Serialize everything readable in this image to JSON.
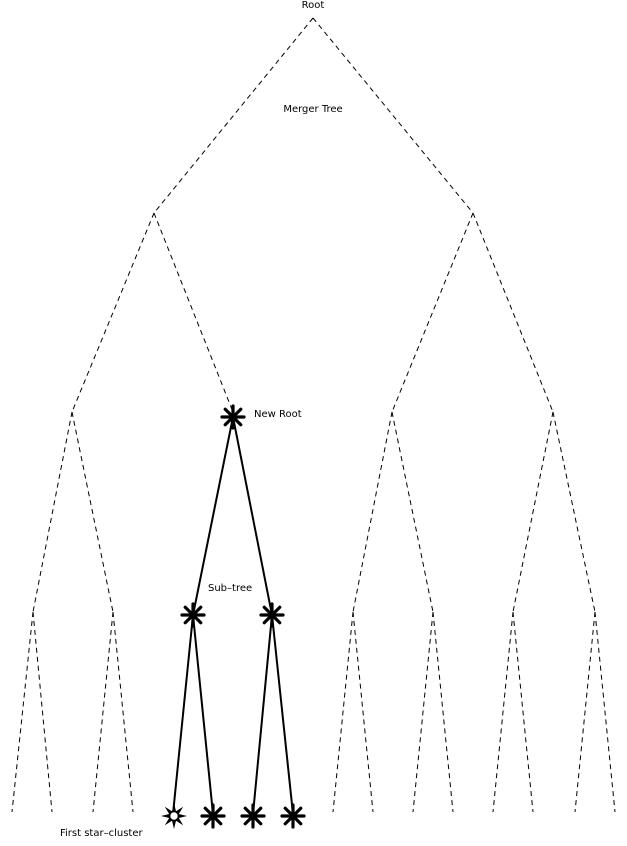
{
  "labels": {
    "root": "Root",
    "title": "Merger Tree",
    "new_root": "New Root",
    "subtree": "Sub–tree",
    "first_cluster": "First star–cluster"
  },
  "colors": {
    "line": "#000000",
    "background": "#ffffff"
  },
  "icons": {
    "halo": "asterisk-icon",
    "first_cluster": "star-burst-icon"
  }
}
